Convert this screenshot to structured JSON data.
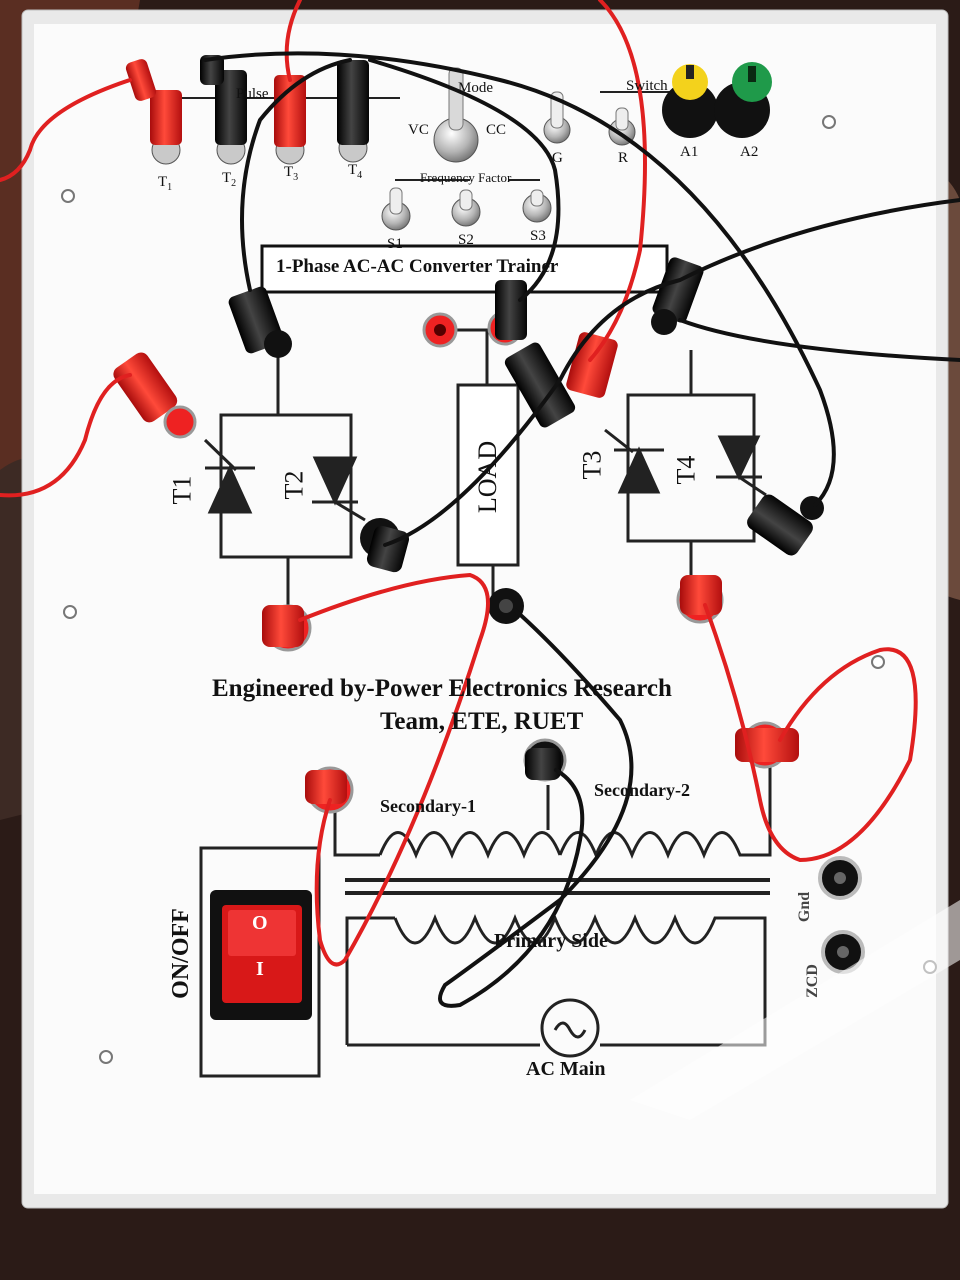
{
  "panel": {
    "title": "1-Phase AC-AC Converter Trainer",
    "credit_line1": "Engineered by-Power Electronics Research",
    "credit_line2": "Team, ETE, RUET"
  },
  "controls": {
    "pulse_label": "Pulse",
    "mode_label": "Mode",
    "mode_vc": "VC",
    "mode_cc": "CC",
    "switch_label": "Switch",
    "freq_label": "Frequency Factor",
    "terminals": [
      "T",
      "T",
      "T",
      "T"
    ],
    "terminal_subs": [
      "1",
      "2",
      "3",
      "4"
    ],
    "toggles": [
      "G",
      "R",
      "S1",
      "S2",
      "S3"
    ],
    "knobs": [
      "A1",
      "A2"
    ]
  },
  "circuit": {
    "thyristors": [
      "T1",
      "T2",
      "T3",
      "T4"
    ],
    "load": "LOAD",
    "secondary1": "Secondary-1",
    "secondary2": "Secondary-2",
    "primary": "Primary Side",
    "ac_main": "AC Main",
    "on_off": "ON/OFF",
    "switch_on": "I",
    "switch_off": "O",
    "gnd": "Gnd",
    "zcd": "ZCD"
  },
  "colors": {
    "panel": "#fbfbfb",
    "board": "#ececec",
    "wire_red": "#e02020",
    "wire_black": "#111111",
    "switch_red": "#d81818",
    "knob_yellow": "#f3d21c",
    "knob_green": "#1f9a4a"
  }
}
